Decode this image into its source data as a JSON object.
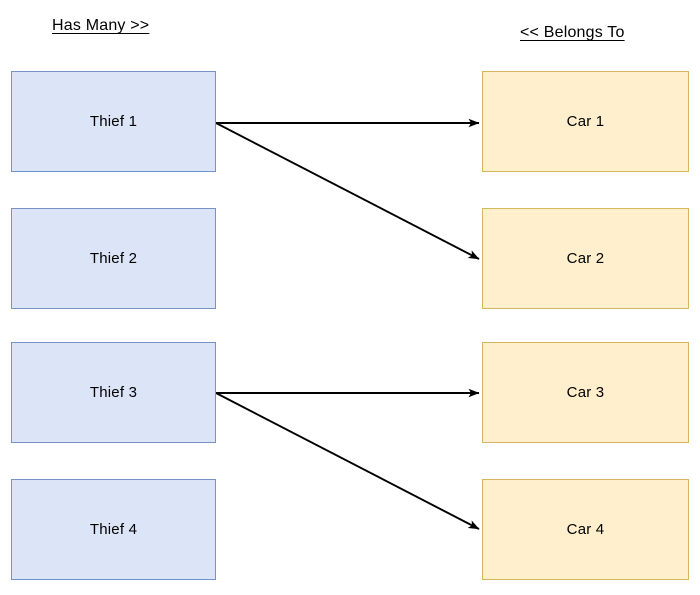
{
  "diagram": {
    "title": "Thief and Car association diagram",
    "background": "#ffffff",
    "colors": {
      "thief_fill": "#dce4f7",
      "thief_stroke": "#7792c4",
      "car_fill": "#ffefcc",
      "car_stroke": "#d6b65b",
      "edge_stroke": "#000000",
      "text": "#000000"
    },
    "headers": {
      "left_label": "Has Many >>",
      "right_label": "<< Belongs To"
    },
    "left_column": {
      "name": "thieves",
      "nodes": [
        {
          "id": "thief-1",
          "label": "Thief 1"
        },
        {
          "id": "thief-2",
          "label": "Thief 2"
        },
        {
          "id": "thief-3",
          "label": "Thief 3"
        },
        {
          "id": "thief-4",
          "label": "Thief 4"
        }
      ]
    },
    "right_column": {
      "name": "cars",
      "nodes": [
        {
          "id": "car-1",
          "label": "Car 1"
        },
        {
          "id": "car-2",
          "label": "Car 2"
        },
        {
          "id": "car-3",
          "label": "Car 3"
        },
        {
          "id": "car-4",
          "label": "Car 4"
        }
      ]
    },
    "edges": [
      {
        "id": "edge-thief1-car1",
        "from": "thief-1",
        "to": "car-1",
        "style": "solid",
        "arrowhead": "filled-triangle"
      },
      {
        "id": "edge-thief1-car2",
        "from": "thief-1",
        "to": "car-2",
        "style": "solid",
        "arrowhead": "filled-triangle"
      },
      {
        "id": "edge-thief3-car3",
        "from": "thief-3",
        "to": "car-3",
        "style": "solid",
        "arrowhead": "filled-triangle"
      },
      {
        "id": "edge-thief3-car4",
        "from": "thief-3",
        "to": "car-4",
        "style": "solid",
        "arrowhead": "filled-triangle"
      }
    ]
  }
}
